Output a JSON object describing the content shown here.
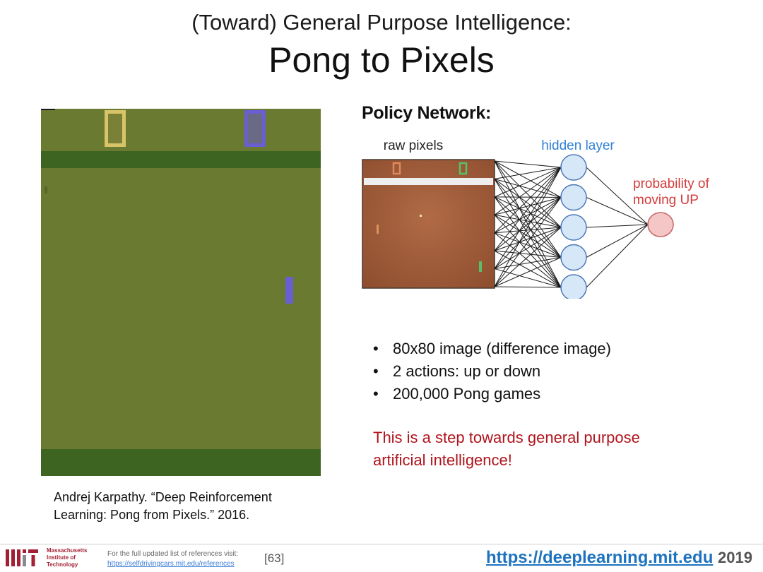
{
  "slide": {
    "subtitle": "(Toward) General Purpose Intelligence:",
    "title": "Pong to Pixels"
  },
  "game_panel": {
    "background": "#6b7a31",
    "band_color": "#3e6422",
    "left_paddle_color": "#d8c468",
    "right_paddle_color": "#6a5fd0"
  },
  "citation": {
    "line1": "Andrej Karpathy. “Deep Reinforcement",
    "line2": "Learning: Pong from Pixels.” 2016."
  },
  "policy": {
    "heading": "Policy Network:",
    "raw_label": "raw pixels",
    "hidden_label": "hidden layer",
    "output_label_1": "probability of",
    "output_label_2": "moving UP",
    "hidden_label_color": "#2f7fd6",
    "output_label_color": "#d43b3b",
    "hidden_node_fill": "#d6e8f8",
    "hidden_node_stroke": "#4a78b8",
    "output_node_fill": "#f5c6c6",
    "output_node_stroke": "#c46666",
    "hidden_node_count": 5
  },
  "bullets": [
    "80x80 image (difference image)",
    "2 actions: up or down",
    "200,000 Pong games"
  ],
  "callout": {
    "line1": "This is a step towards general purpose",
    "line2": "artificial intelligence!"
  },
  "footer": {
    "mit_line1": "Massachusetts",
    "mit_line2": "Institute of",
    "mit_line3": "Technology",
    "mit_color": "#a31f34",
    "ref_note": "For the full updated list of references visit:",
    "ref_link": "https://selfdrivingcars.mit.edu/references",
    "ref_number": "[63]",
    "site_url": "https://deeplearning.mit.edu",
    "year": "2019"
  }
}
